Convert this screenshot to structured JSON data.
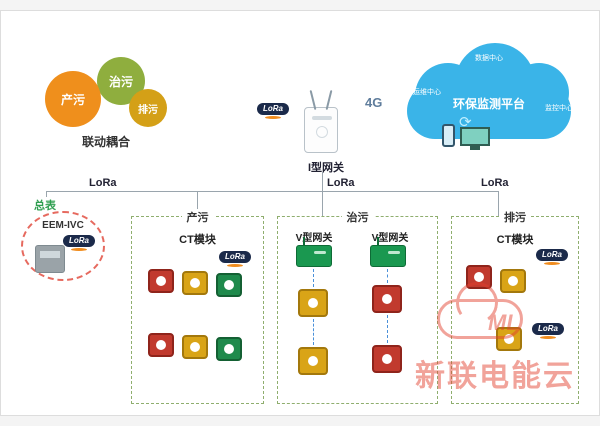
{
  "gears": {
    "caption": "联动耦合",
    "items": [
      {
        "label": "产污",
        "color": "#ef8f1c"
      },
      {
        "label": "治污",
        "color": "#8fae3e"
      },
      {
        "label": "排污",
        "color": "#d4a017"
      }
    ]
  },
  "gateway": {
    "label": "I型网关",
    "signal": "4G"
  },
  "labels": {
    "lora": "LoRa"
  },
  "cloud": {
    "title": "环保监测平台",
    "sub_top": "数据中心",
    "sub_left": "运维中心",
    "sub_right": "监控中心"
  },
  "meter": {
    "label": "总表",
    "device": "EEM-IVC"
  },
  "bus": {
    "lora_left": "LoRa",
    "lora_mid": "LoRa",
    "lora_right": "LoRa"
  },
  "boxes": {
    "chanwu": {
      "title": "产污",
      "module": "CT模块"
    },
    "zhiwu": {
      "title": "治污",
      "gateway_a": "V型网关",
      "gateway_b": "V型网关"
    },
    "paiwu": {
      "title": "排污",
      "module": "CT模块"
    }
  },
  "watermark": {
    "logo": "ML",
    "text": "新联电能云"
  },
  "colors": {
    "cloud_blue": "#3ab4e8",
    "clamp_red": "#c13a2e",
    "clamp_yellow": "#d9a417",
    "clamp_green": "#1f8a4c",
    "device_green": "#1a9850",
    "lora_badge": "#1b2a4a",
    "lora_swoosh": "#f08c1e",
    "watermark_red": "#e2402e"
  }
}
